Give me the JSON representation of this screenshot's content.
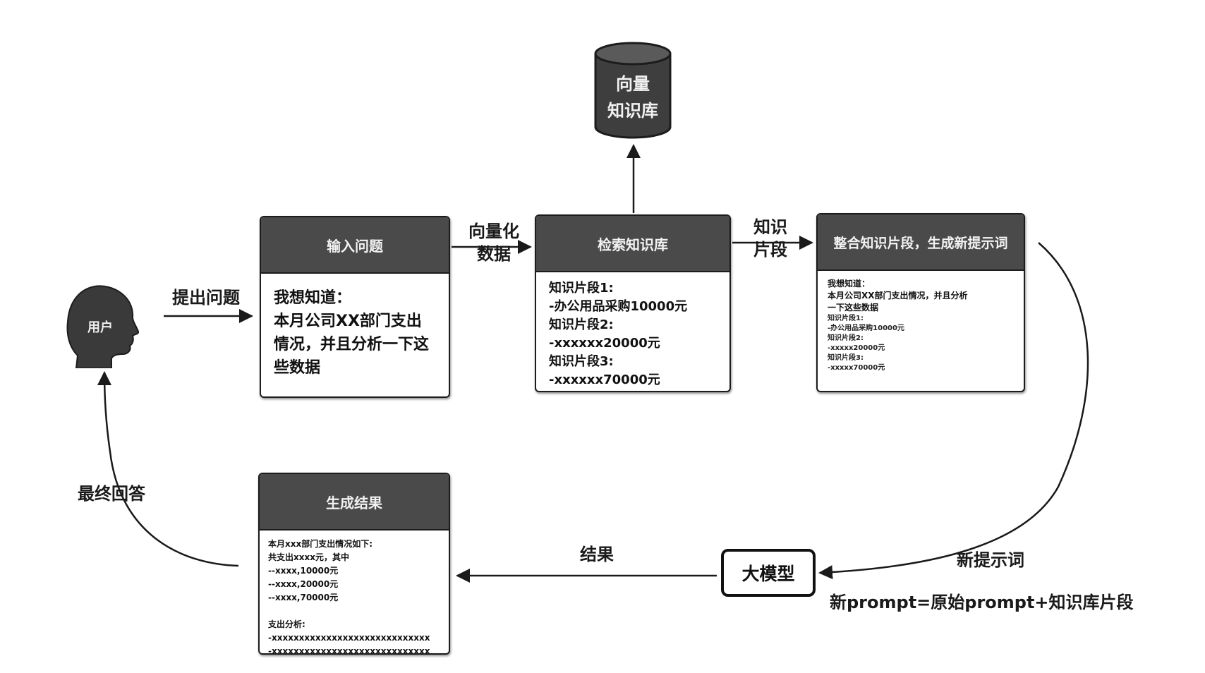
{
  "user": {
    "label": "用户"
  },
  "vector_db": {
    "line1": "向量",
    "line2": "知识库"
  },
  "edges": {
    "ask": "提出问题",
    "vectorize": [
      "向量化",
      "数据"
    ],
    "fragments": [
      "知识",
      "片段"
    ],
    "new_prompt": "新提示词",
    "formula": "新prompt=原始prompt+知识库片段",
    "result": "结果",
    "final_answer": "最终回答"
  },
  "input_card": {
    "title": "输入问题",
    "lines": [
      "我想知道：",
      "本月公司XX部门支出",
      "情况，并且分析一下这",
      "些数据"
    ]
  },
  "retrieve_card": {
    "title": "检索知识库",
    "lines": [
      "知识片段1:",
      "-办公用品采购10000元",
      "知识片段2:",
      "-xxxxxx20000元",
      "知识片段3:",
      "-xxxxxx70000元"
    ]
  },
  "combine_card": {
    "title": "整合知识片段，生成新提示词",
    "lines": [
      "我想知道：",
      "本月公司XX部门支出情况，并且分析",
      "一下这些数据",
      "知识片段1:",
      "-办公用品采购10000元",
      "知识片段2:",
      "-xxxxx20000元",
      "知识片段3:",
      "-xxxxx70000元"
    ]
  },
  "llm": {
    "label": "大模型"
  },
  "result_card": {
    "title": "生成结果",
    "lines": [
      "本月xxx部门支出情况如下:",
      "共支出xxxx元，其中",
      "--xxxx,10000元",
      "--xxxx,20000元",
      "--xxxx,70000元",
      "",
      "支出分析:",
      "-xxxxxxxxxxxxxxxxxxxxxxxxxxxxx",
      "-xxxxxxxxxxxxxxxxxxxxxxxxxxxxx"
    ]
  },
  "colors": {
    "card_header": "#4a4a4a",
    "stroke": "#1c1c1c",
    "background": "#ffffff"
  }
}
